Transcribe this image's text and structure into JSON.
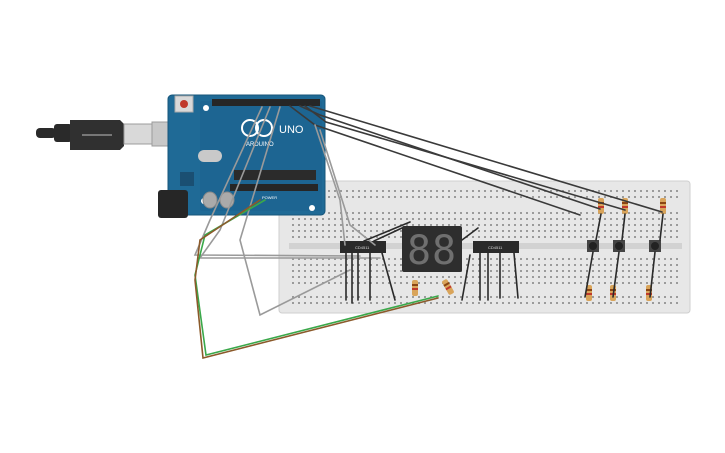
{
  "arduino": {
    "brand": "ARDUINO",
    "model": "UNO",
    "power_label": "POWER",
    "colors": {
      "board": "#1f6a96",
      "header": "#262626",
      "reset": "#c0392b"
    }
  },
  "chips": [
    {
      "id": "left",
      "label": "CD4511"
    },
    {
      "id": "right",
      "label": "CD4511"
    }
  ],
  "display": {
    "digits": [
      "8",
      "8"
    ],
    "color": "#2e2e2e"
  },
  "breadboard": {
    "color": "#e7e7e7"
  },
  "colors": {
    "wire_green": "#3aa84a",
    "wire_brown": "#8b5a2b",
    "wire_gray": "#9a9a9a",
    "wire_dark": "#3a3a3a"
  }
}
